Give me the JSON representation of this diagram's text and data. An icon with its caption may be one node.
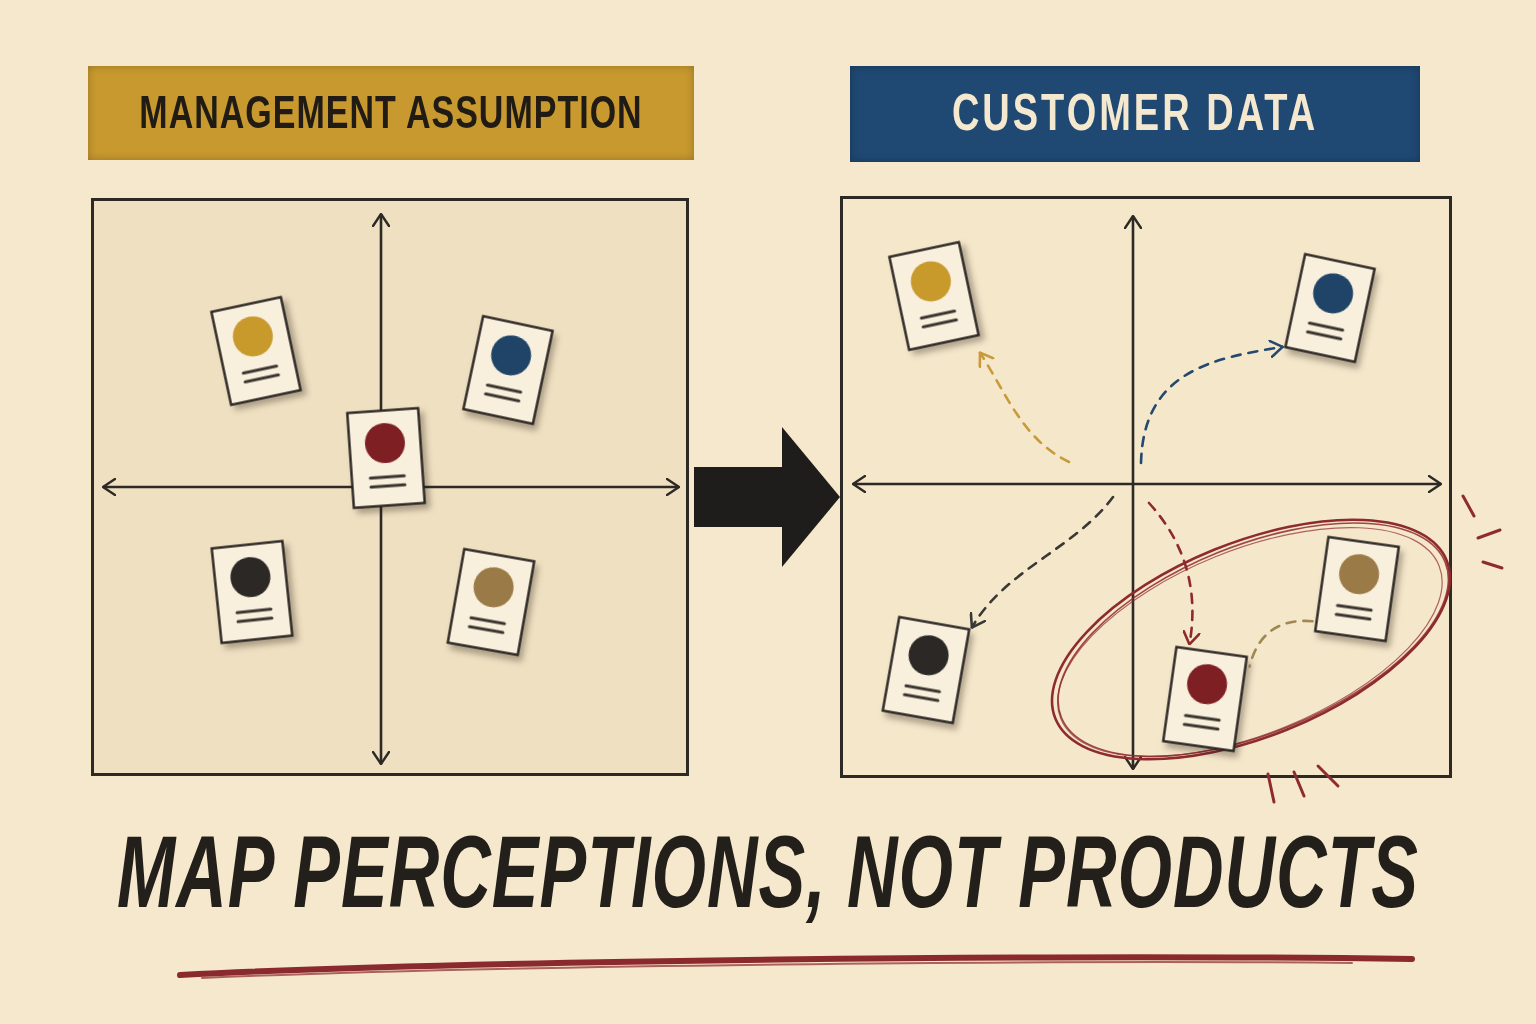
{
  "diagram": {
    "caption": "MAP PERCEPTIONS, NOT PRODUCTS",
    "nodes": [
      {
        "text": [
          "MANAGEMENT ASSUMPTION"
        ]
      },
      {
        "text": [],
        "shape": "card",
        "in": 0
      },
      {
        "text": [],
        "shape": "card",
        "in": 0
      },
      {
        "text": [],
        "shape": "card",
        "in": 0
      },
      {
        "text": [],
        "shape": "card",
        "in": 0
      },
      {
        "text": [],
        "shape": "card",
        "in": 0
      },
      {
        "text": [
          "CUSTOMER DATA"
        ]
      },
      {
        "text": [],
        "shape": "card",
        "in": 6
      },
      {
        "text": [],
        "shape": "card",
        "in": 6
      },
      {
        "text": [],
        "shape": "card",
        "in": 6
      },
      {
        "text": [],
        "shape": "card",
        "in": 6
      },
      {
        "text": [],
        "shape": "card",
        "in": 6
      }
    ],
    "edges": [
      {
        "from": 0,
        "to": 6,
        "arrow": "to",
        "style": "thick"
      },
      {
        "from": null,
        "to": 7,
        "arrow": "to",
        "style": "dashed",
        "color": "#c89a3a"
      },
      {
        "from": null,
        "to": 8,
        "arrow": "to",
        "style": "dashed",
        "color": "#24496e"
      },
      {
        "from": null,
        "to": 9,
        "arrow": "to",
        "style": "dashed",
        "color": "#3a3835"
      },
      {
        "from": null,
        "to": 10,
        "arrow": "to",
        "style": "dashed",
        "color": "#8e2a2e"
      },
      {
        "from": 11,
        "to": 10,
        "arrow": "none",
        "style": "dashed",
        "color": "#a08852"
      }
    ]
  }
}
